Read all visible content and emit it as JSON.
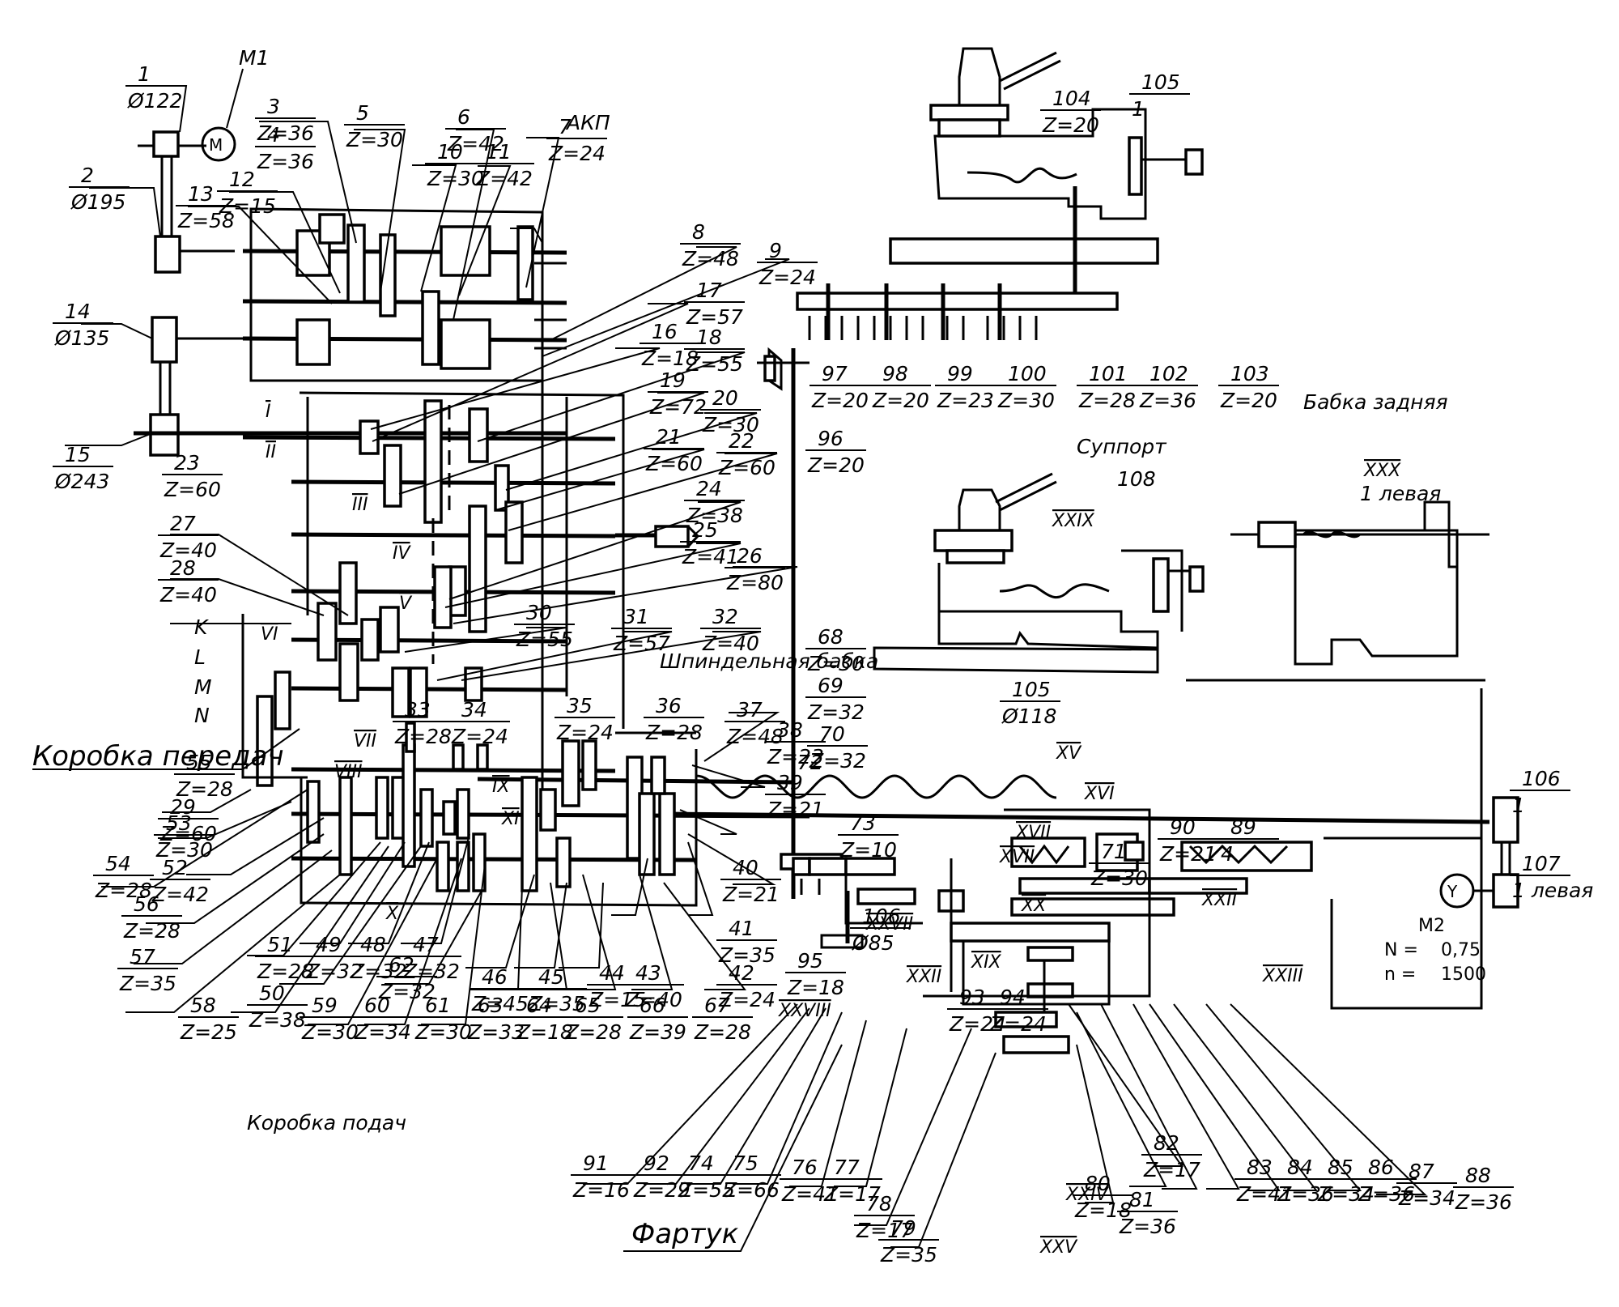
{
  "title": "Кинематическая схема токарно-винторезного станка",
  "motors": {
    "m1": {
      "label": "M1",
      "symbol": "M"
    },
    "m2": {
      "label": "M2",
      "symbol": "Y",
      "power_label": "N =",
      "power_value": "0,75",
      "speed_label": "n =",
      "speed_value": "1500"
    }
  },
  "units": {
    "gearbox_drive": "Коробка передач",
    "feed_box": "Коробка подач",
    "headstock": "Шпиндельная бабка",
    "carriage": "Суппорт",
    "tailstock": "Бабка задняя",
    "apron": "Фартук",
    "clutch": "АКП"
  },
  "shafts": [
    "I",
    "II",
    "III",
    "IV",
    "V",
    "VI",
    "VII",
    "VIII",
    "IX",
    "X",
    "XI",
    "XV",
    "XVI",
    "XVII",
    "XVII",
    "XIX",
    "XX",
    "XXII",
    "XXII",
    "XXIII",
    "XXIV",
    "XXV",
    "XXVII",
    "XXVIII",
    "XXIX",
    "XXX"
  ],
  "levers": [
    "K",
    "L",
    "M",
    "N"
  ],
  "parts": [
    {
      "id": "1",
      "spec": "Ø122"
    },
    {
      "id": "2",
      "spec": "Ø195"
    },
    {
      "id": "3",
      "spec": "Z=36"
    },
    {
      "id": "4",
      "spec": "Z=36"
    },
    {
      "id": "5",
      "spec": "Z=30"
    },
    {
      "id": "6",
      "spec": "Z=42"
    },
    {
      "id": "7",
      "spec": "Z=24"
    },
    {
      "id": "8",
      "spec": "Z=48"
    },
    {
      "id": "9",
      "spec": "Z=24"
    },
    {
      "id": "10",
      "spec": "Z=30"
    },
    {
      "id": "11",
      "spec": "Z=42"
    },
    {
      "id": "12",
      "spec": "Z=15"
    },
    {
      "id": "13",
      "spec": "Z=58"
    },
    {
      "id": "14",
      "spec": "Ø135"
    },
    {
      "id": "15",
      "spec": "Ø243"
    },
    {
      "id": "16",
      "spec": "Z=18"
    },
    {
      "id": "17",
      "spec": "Z=57"
    },
    {
      "id": "18",
      "spec": "Z=55"
    },
    {
      "id": "19",
      "spec": "Z=72"
    },
    {
      "id": "20",
      "spec": "Z=30"
    },
    {
      "id": "21",
      "spec": "Z=60"
    },
    {
      "id": "22",
      "spec": "Z=60"
    },
    {
      "id": "23",
      "spec": "Z=60"
    },
    {
      "id": "24",
      "spec": "Z=38"
    },
    {
      "id": "25",
      "spec": "Z=41"
    },
    {
      "id": "26",
      "spec": "Z=80"
    },
    {
      "id": "27",
      "spec": "Z=40"
    },
    {
      "id": "28",
      "spec": "Z=40"
    },
    {
      "id": "29",
      "spec": "Z=60"
    },
    {
      "id": "30",
      "spec": "Z=55"
    },
    {
      "id": "31",
      "spec": "Z=57"
    },
    {
      "id": "32",
      "spec": "Z=40"
    },
    {
      "id": "33",
      "spec": "Z=28"
    },
    {
      "id": "34",
      "spec": "Z=24"
    },
    {
      "id": "35",
      "spec": "Z=24"
    },
    {
      "id": "36",
      "spec": "Z=28"
    },
    {
      "id": "37",
      "spec": "Z=48"
    },
    {
      "id": "38",
      "spec": "Z=23"
    },
    {
      "id": "39",
      "spec": "Z=21"
    },
    {
      "id": "40",
      "spec": "Z=21"
    },
    {
      "id": "41",
      "spec": "Z=35"
    },
    {
      "id": "42",
      "spec": "Z=24"
    },
    {
      "id": "43",
      "spec": "Z=40"
    },
    {
      "id": "44",
      "spec": "Z=15"
    },
    {
      "id": "45",
      "spec": "Z=35"
    },
    {
      "id": "46",
      "spec": "Z=45"
    },
    {
      "id": "47",
      "spec": "Z=32"
    },
    {
      "id": "48",
      "spec": "Z=32"
    },
    {
      "id": "49",
      "spec": "Z=32"
    },
    {
      "id": "50",
      "spec": "Z=38"
    },
    {
      "id": "51",
      "spec": "Z=28"
    },
    {
      "id": "52",
      "spec": "Z=42"
    },
    {
      "id": "53",
      "spec": "Z=30"
    },
    {
      "id": "54",
      "spec": "Z=28"
    },
    {
      "id": "55",
      "spec": "Z=28"
    },
    {
      "id": "56",
      "spec": "Z=28"
    },
    {
      "id": "57",
      "spec": "Z=35"
    },
    {
      "id": "58",
      "spec": "Z=25"
    },
    {
      "id": "59",
      "spec": "Z=30"
    },
    {
      "id": "60",
      "spec": "Z=34"
    },
    {
      "id": "61",
      "spec": "Z=30"
    },
    {
      "id": "62",
      "spec": "Z=32"
    },
    {
      "id": "63",
      "spec": "Z=33"
    },
    {
      "id": "64",
      "spec": "Z=18"
    },
    {
      "id": "65",
      "spec": "Z=28"
    },
    {
      "id": "66",
      "spec": "Z=39"
    },
    {
      "id": "67",
      "spec": "Z=28"
    },
    {
      "id": "68",
      "spec": "Z=30"
    },
    {
      "id": "69",
      "spec": "Z=32"
    },
    {
      "id": "70",
      "spec": "Z=32"
    },
    {
      "id": "71",
      "spec": "Z=30"
    },
    {
      "id": "72",
      "spec": ""
    },
    {
      "id": "73",
      "spec": "Z=10"
    },
    {
      "id": "74",
      "spec": "Z=55"
    },
    {
      "id": "75",
      "spec": "Z=66"
    },
    {
      "id": "76",
      "spec": "Z=41"
    },
    {
      "id": "77",
      "spec": "Z=17"
    },
    {
      "id": "78",
      "spec": "Z=17"
    },
    {
      "id": "79",
      "spec": "Z=35"
    },
    {
      "id": "80",
      "spec": "Z=18"
    },
    {
      "id": "81",
      "spec": "Z=36"
    },
    {
      "id": "82",
      "spec": "Z=17"
    },
    {
      "id": "83",
      "spec": "Z=41"
    },
    {
      "id": "84",
      "spec": "Z=36"
    },
    {
      "id": "85",
      "spec": "Z=34"
    },
    {
      "id": "86",
      "spec": "Z=36"
    },
    {
      "id": "87",
      "spec": "Z=34"
    },
    {
      "id": "88",
      "spec": "Z=36"
    },
    {
      "id": "89",
      "spec": "4"
    },
    {
      "id": "90",
      "spec": "Z=21"
    },
    {
      "id": "91",
      "spec": "Z=16"
    },
    {
      "id": "92",
      "spec": "Z=29"
    },
    {
      "id": "93",
      "spec": "Z=24"
    },
    {
      "id": "94",
      "spec": "Z=24"
    },
    {
      "id": "95",
      "spec": "Z=18"
    },
    {
      "id": "96",
      "spec": "Z=20"
    },
    {
      "id": "97",
      "spec": "Z=20"
    },
    {
      "id": "98",
      "spec": "Z=20"
    },
    {
      "id": "99",
      "spec": "Z=23"
    },
    {
      "id": "100",
      "spec": "Z=30"
    },
    {
      "id": "101",
      "spec": "Z=28"
    },
    {
      "id": "102",
      "spec": "Z=36"
    },
    {
      "id": "103",
      "spec": "Z=20"
    },
    {
      "id": "104",
      "spec": "Z=20"
    },
    {
      "id": "105",
      "spec": "1"
    },
    {
      "id": "105",
      "spec": "Ø118"
    },
    {
      "id": "106",
      "spec": "1"
    },
    {
      "id": "106",
      "spec": "Ø85"
    },
    {
      "id": "107",
      "spec": "1 левая"
    },
    {
      "id": "108",
      "spec": ""
    }
  ],
  "extra_labels": {
    "xxx_spec": "1 левая"
  }
}
